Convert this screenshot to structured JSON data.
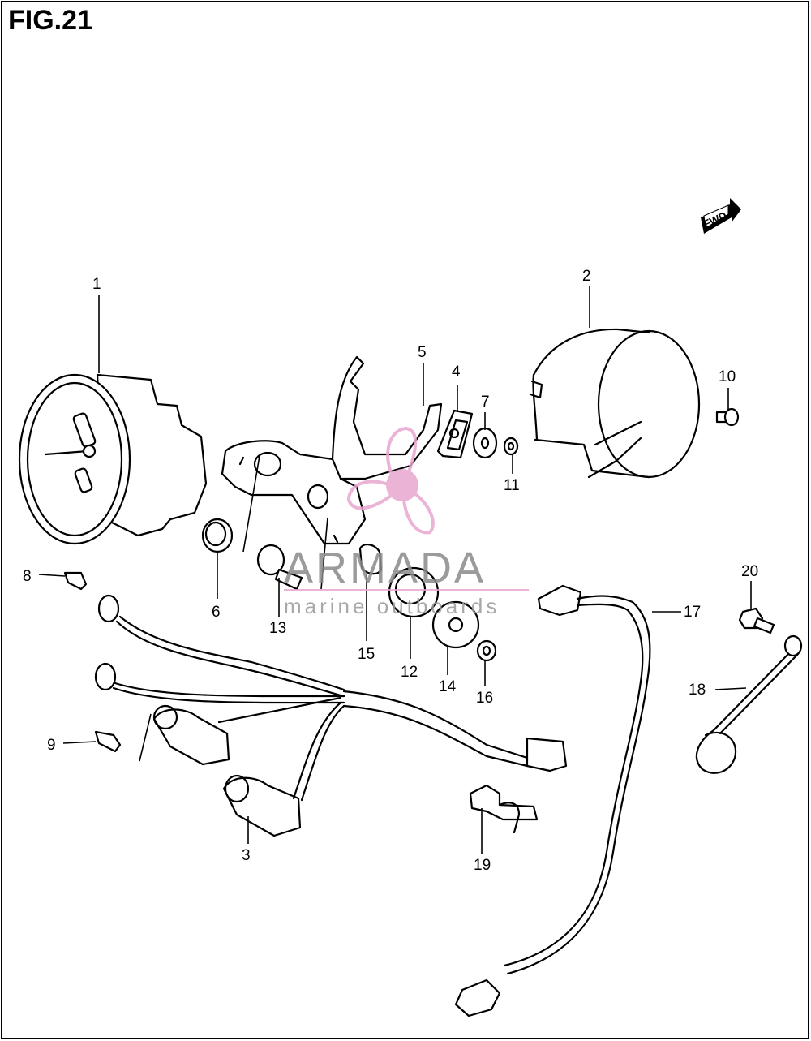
{
  "figure": {
    "title": "FIG.21"
  },
  "direction_badge": {
    "label": "FWD"
  },
  "watermark": {
    "brand": "ARMADA",
    "tagline": "marine outboards",
    "accent_color": "#e8a6cf",
    "logo_name": "propeller-logo"
  },
  "callouts": [
    "1",
    "2",
    "3",
    "4",
    "5",
    "6",
    "7",
    "8",
    "9",
    "10",
    "11",
    "12",
    "13",
    "14",
    "15",
    "16",
    "17",
    "18",
    "19",
    "20"
  ]
}
